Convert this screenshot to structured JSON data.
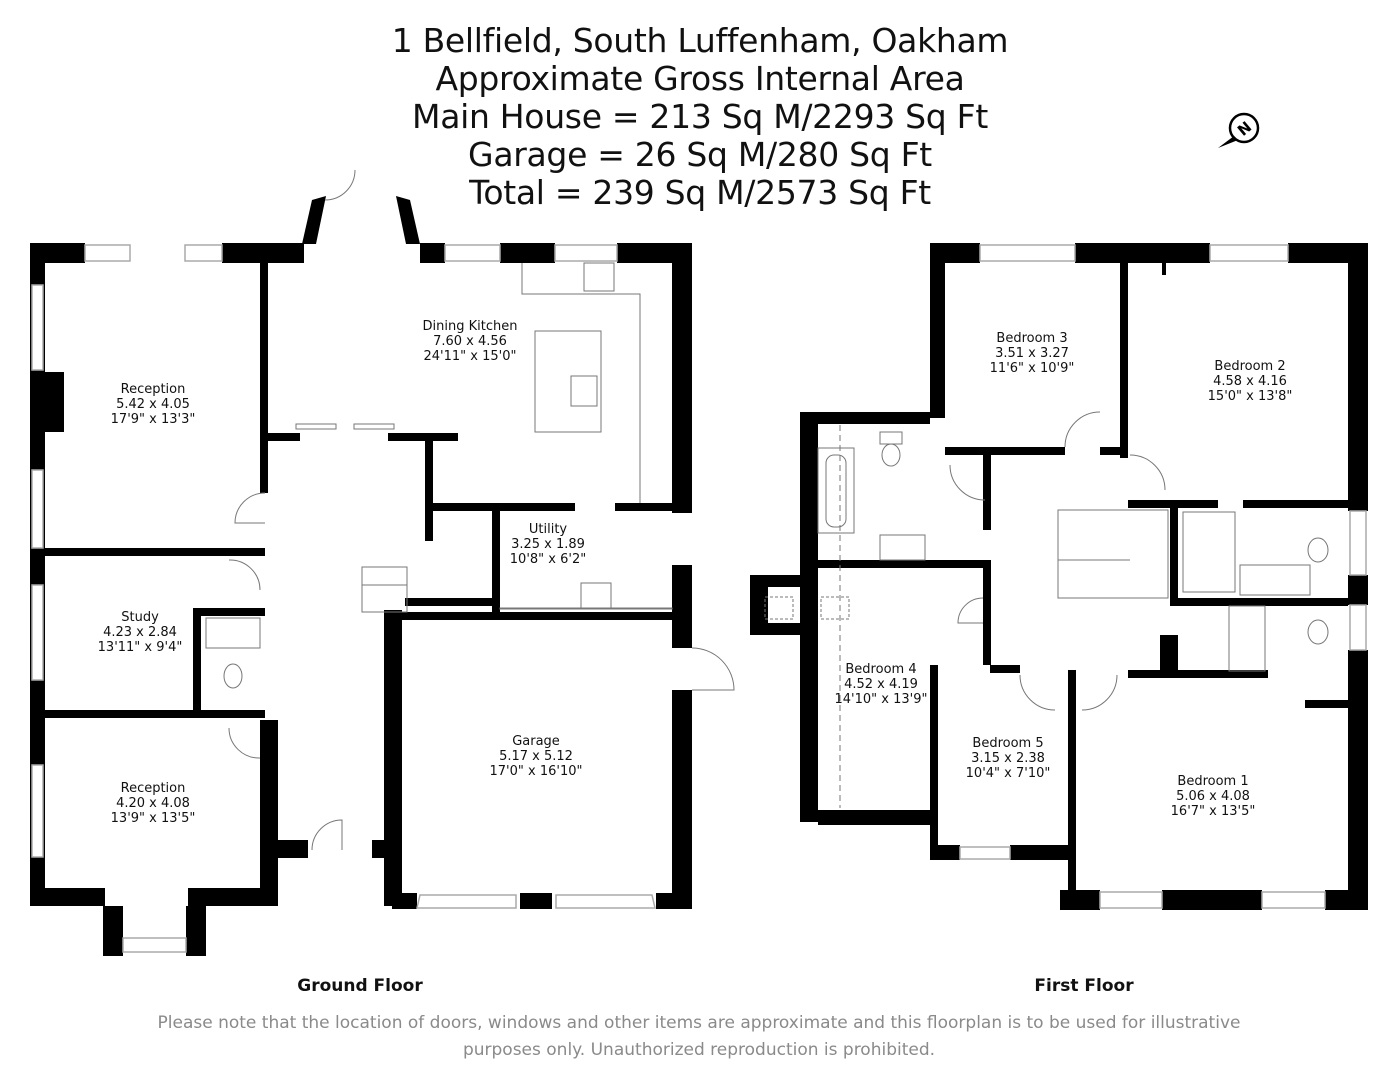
{
  "header": {
    "address": "1 Bellfield, South Luffenham, Oakham",
    "area_heading": "Approximate Gross Internal Area",
    "main_house": "Main House = 213 Sq M/2293 Sq Ft",
    "garage": "Garage = 26 Sq M/280 Sq Ft",
    "total": "Total = 239 Sq M/2573 Sq Ft"
  },
  "compass": {
    "icon": "north-compass-icon",
    "letter": "N"
  },
  "colors": {
    "wall": "#000000",
    "window": "#bdbdbd",
    "fixture_line": "#777777",
    "disclaimer": "#8a8a8a"
  },
  "ground_floor": {
    "label": "Ground Floor",
    "rooms": [
      {
        "name": "Reception",
        "metric": "5.42 x 4.05",
        "imperial": "17'9\" x 13'3\""
      },
      {
        "name": "Dining Kitchen",
        "metric": "7.60 x 4.56",
        "imperial": "24'11\" x 15'0\""
      },
      {
        "name": "Utility",
        "metric": "3.25 x 1.89",
        "imperial": "10'8\" x 6'2\""
      },
      {
        "name": "Study",
        "metric": "4.23 x 2.84",
        "imperial": "13'11\" x 9'4\""
      },
      {
        "name": "Reception",
        "metric": "4.20 x 4.08",
        "imperial": "13'9\" x 13'5\""
      },
      {
        "name": "Garage",
        "metric": "5.17 x 5.12",
        "imperial": "17'0\" x 16'10\""
      }
    ]
  },
  "first_floor": {
    "label": "First Floor",
    "rooms": [
      {
        "name": "Bedroom 3",
        "metric": "3.51 x 3.27",
        "imperial": "11'6\" x 10'9\""
      },
      {
        "name": "Bedroom 2",
        "metric": "4.58 x 4.16",
        "imperial": "15'0\" x 13'8\""
      },
      {
        "name": "Bedroom 4",
        "metric": "4.52 x 4.19",
        "imperial": "14'10\" x 13'9\""
      },
      {
        "name": "Bedroom 5",
        "metric": "3.15 x 2.38",
        "imperial": "10'4\" x 7'10\""
      },
      {
        "name": "Bedroom 1",
        "metric": "5.06 x 4.08",
        "imperial": "16'7\" x 13'5\""
      }
    ]
  },
  "footer": {
    "disclaimer_line1": "Please note that the location of doors, windows and other items are approximate and this floorplan is to be used for illustrative",
    "disclaimer_line2": "purposes only. Unauthorized reproduction is prohibited."
  }
}
